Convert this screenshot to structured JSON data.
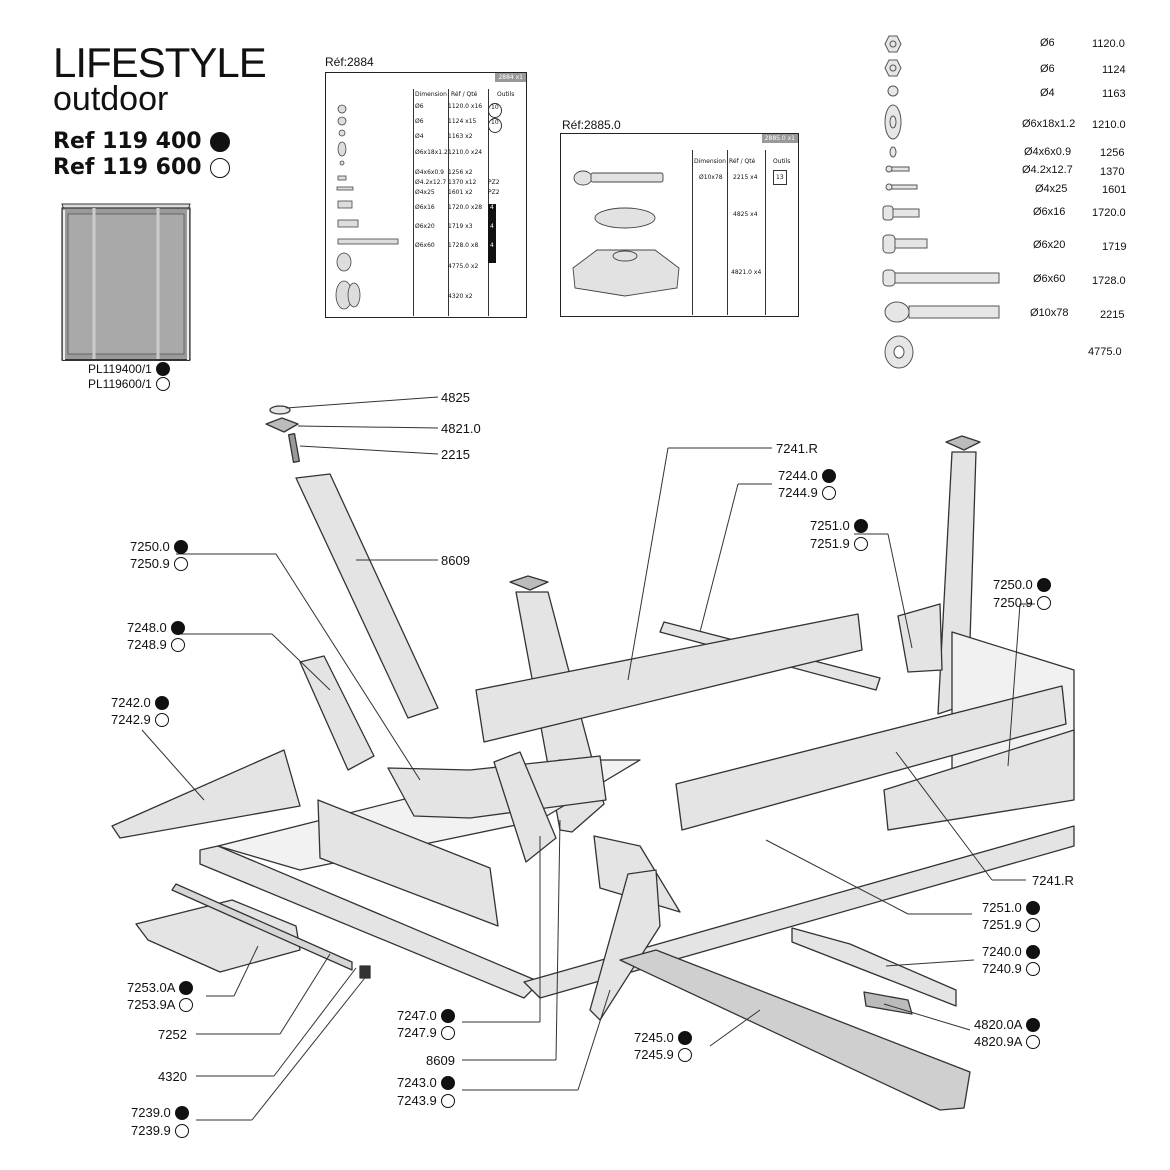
{
  "header": {
    "brand_line1": "LIFESTYLE",
    "brand_line2": "outdoor",
    "ref_black": "Ref 119 400",
    "ref_white": "Ref 119 600",
    "thumb_ref_black": "PL119400/1",
    "thumb_ref_white": "PL119600/1"
  },
  "kit2884": {
    "title": "Réf:2884",
    "tag": "2884 x1",
    "col_dimension": "Dimension",
    "col_ref": "Réf / Qté",
    "col_outils": "Outils",
    "rows": [
      {
        "dim": "Ø6",
        "ref": "1120.0 x16",
        "tool": "10"
      },
      {
        "dim": "Ø6",
        "ref": "1124 x15",
        "tool": "10"
      },
      {
        "dim": "Ø4",
        "ref": "1163 x2",
        "tool": ""
      },
      {
        "dim": "Ø6x18x1.2",
        "ref": "1210.0 x24",
        "tool": ""
      },
      {
        "dim": "Ø4x6x0.9",
        "ref": "1256 x2",
        "tool": ""
      },
      {
        "dim": "Ø4.2x12.7",
        "ref": "1370 x12",
        "tool": "PZ2"
      },
      {
        "dim": "Ø4x25",
        "ref": "1601 x2",
        "tool": "PZ2"
      },
      {
        "dim": "Ø6x16",
        "ref": "1720.0 x28",
        "tool": "4"
      },
      {
        "dim": "Ø6x20",
        "ref": "1719 x3",
        "tool": "4"
      },
      {
        "dim": "Ø6x60",
        "ref": "1728.0 x8",
        "tool": "4"
      },
      {
        "dim": "",
        "ref": "4775.0 x2",
        "tool": ""
      },
      {
        "dim": "",
        "ref": "4320 x2",
        "tool": ""
      }
    ]
  },
  "kit2885": {
    "title": "Réf:2885.0",
    "tag": "2885.0 x1",
    "col_dimension": "Dimension",
    "col_ref": "Réf / Qté",
    "col_outils": "Outils",
    "rows": [
      {
        "dim": "Ø10x78",
        "ref": "2215 x4",
        "tool": "13"
      },
      {
        "dim": "",
        "ref": "4825 x4",
        "tool": ""
      },
      {
        "dim": "",
        "ref": "4821.0 x4",
        "tool": ""
      }
    ]
  },
  "hardware": [
    {
      "dim": "Ø6",
      "ref": "1120.0",
      "icon": "hex-nut-icon"
    },
    {
      "dim": "Ø6",
      "ref": "1124",
      "icon": "lock-nut-icon"
    },
    {
      "dim": "Ø4",
      "ref": "1163",
      "icon": "small-nut-icon"
    },
    {
      "dim": "Ø6x18x1.2",
      "ref": "1210.0",
      "icon": "washer-icon"
    },
    {
      "dim": "Ø4x6x0.9",
      "ref": "1256",
      "icon": "small-washer-icon"
    },
    {
      "dim": "Ø4.2x12.7",
      "ref": "1370",
      "icon": "self-tapping-screw-icon"
    },
    {
      "dim": "Ø4x25",
      "ref": "1601",
      "icon": "screw-icon"
    },
    {
      "dim": "Ø6x16",
      "ref": "1720.0",
      "icon": "bolt-short-icon"
    },
    {
      "dim": "Ø6x20",
      "ref": "1719",
      "icon": "bolt-medium-icon"
    },
    {
      "dim": "Ø6x60",
      "ref": "1728.0",
      "icon": "bolt-long-icon"
    },
    {
      "dim": "Ø10x78",
      "ref": "2215",
      "icon": "leveler-bolt-icon"
    },
    {
      "dim": "",
      "ref": "4775.0",
      "icon": "sleeve-cap-icon"
    }
  ],
  "parts": {
    "p4825": "4825",
    "p4821": "4821.0",
    "p2215": "2215",
    "p8609_top": "8609",
    "p7241R_top": "7241.R",
    "p7244_b": "7244.0",
    "p7244_w": "7244.9",
    "p7251_b_top": "7251.0",
    "p7251_w_top": "7251.9",
    "p7250_b_left": "7250.0",
    "p7250_w_left": "7250.9",
    "p7250_b_right": "7250.0",
    "p7250_w_right": "7250.9",
    "p7248_b": "7248.0",
    "p7248_w": "7248.9",
    "p7242_b": "7242.0",
    "p7242_w": "7242.9",
    "p7241R_right": "7241.R",
    "p7251_b_right": "7251.0",
    "p7251_w_right": "7251.9",
    "p7240_b": "7240.0",
    "p7240_w": "7240.9",
    "p4820_b": "4820.0A",
    "p4820_w": "4820.9A",
    "p7253_b": "7253.0A",
    "p7253_w": "7253.9A",
    "p7252": "7252",
    "p4320": "4320",
    "p7239_b": "7239.0",
    "p7239_w": "7239.9",
    "p7247_b": "7247.0",
    "p7247_w": "7247.9",
    "p8609_bottom": "8609",
    "p7245_b": "7245.0",
    "p7245_w": "7245.9",
    "p7243_b": "7243.0",
    "p7243_w": "7243.9"
  }
}
